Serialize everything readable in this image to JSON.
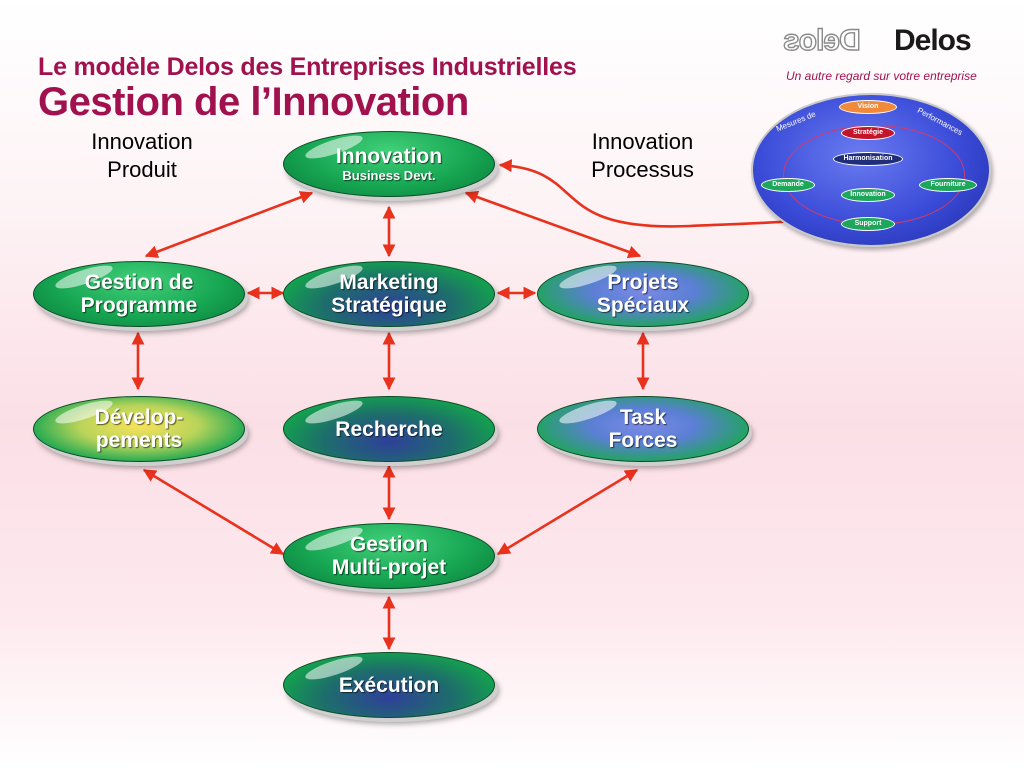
{
  "header": {
    "title_line1": "Le modèle Delos des Entreprises Industrielles",
    "title_line2": "Gestion de l’Innovation"
  },
  "brand": {
    "logo_mirror": "Delos",
    "logo_text": "Delos",
    "tagline": "Un autre regard sur votre entreprise"
  },
  "labels": {
    "innovation_produit": [
      "Innovation",
      "Produit"
    ],
    "innovation_processus": [
      "Innovation",
      "Processus"
    ]
  },
  "nodes": {
    "innovation": {
      "line1": "Innovation",
      "line2": "Business Devt."
    },
    "gestion_programme": {
      "line1": "Gestion de",
      "line2": "Programme"
    },
    "marketing": {
      "line1": "Marketing",
      "line2": "Stratégique"
    },
    "projets": {
      "line1": "Projets",
      "line2": "Spéciaux"
    },
    "developpements": {
      "line1": "Dévelop-",
      "line2": "pements"
    },
    "recherche": {
      "line1": "Recherche"
    },
    "task_forces": {
      "line1": "Task",
      "line2": "Forces"
    },
    "gestion_multi": {
      "line1": "Gestion",
      "line2": "Multi-projet"
    },
    "execution": {
      "line1": "Exécution"
    }
  },
  "process_diagram": {
    "vision": "Vision",
    "strategie": "Stratégie",
    "harmonisation": "Harmonisation",
    "demande": "Demande",
    "innovation": "Innovation",
    "fourniture": "Fourniture",
    "support": "Support",
    "mesures": "Mesures de",
    "performances": "Performances"
  },
  "colors": {
    "title": "#a0114e",
    "node_green": "#17a652",
    "arrow": "#e8321e"
  }
}
